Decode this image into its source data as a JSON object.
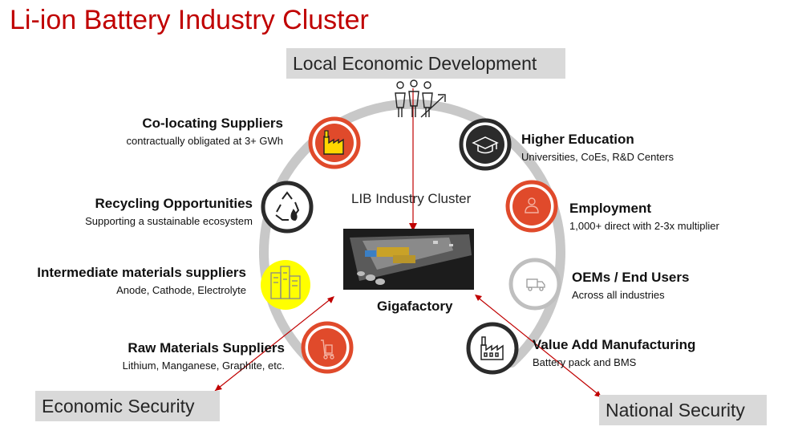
{
  "title": "Li-ion Battery Industry Cluster",
  "labels": {
    "local": "Local Economic Development",
    "economic": "Economic Security",
    "national": "National Security",
    "cluster": "LIB Industry Cluster",
    "gigafactory": "Gigafactory"
  },
  "nodes": {
    "co_locating": {
      "title": "Co-locating Suppliers",
      "sub": "contractually obligated at 3+ GWh"
    },
    "recycling": {
      "title": "Recycling Opportunities",
      "sub": "Supporting a sustainable ecosystem"
    },
    "intermediate": {
      "title": "Intermediate  materials suppliers",
      "sub": "Anode, Cathode, Electrolyte"
    },
    "raw": {
      "title": "Raw Materials Suppliers",
      "sub": "Lithium, Manganese, Graphite, etc."
    },
    "higher_ed": {
      "title": "Higher Education",
      "sub": "Universities, CoEs, R&D Centers"
    },
    "employment": {
      "title": "Employment",
      "sub": "1,000+ direct with 2-3x multiplier"
    },
    "oems": {
      "title": "OEMs / End Users",
      "sub": "Across all industries"
    },
    "value_add": {
      "title": "Value Add Manufacturing",
      "sub": "Battery pack and BMS"
    }
  },
  "colors": {
    "title_red": "#c00000",
    "ring_gray": "#c8c8c8",
    "node_red": "#e04a2b",
    "node_dark": "#2b2b2b",
    "node_gray": "#bfbfbf",
    "node_yellow": "#ffff00",
    "arrow_red": "#c00000",
    "box_gray": "#d9d9d9"
  },
  "icons": {
    "co_locating": "factory-icon",
    "recycling": "recycle-icon",
    "intermediate": "buildings-icon",
    "raw": "hand-truck-icon",
    "higher_ed": "graduation-cap-icon",
    "employment": "person-icon",
    "oems": "delivery-truck-icon",
    "value_add": "factory-outline-icon",
    "local": "people-growth-icon"
  }
}
